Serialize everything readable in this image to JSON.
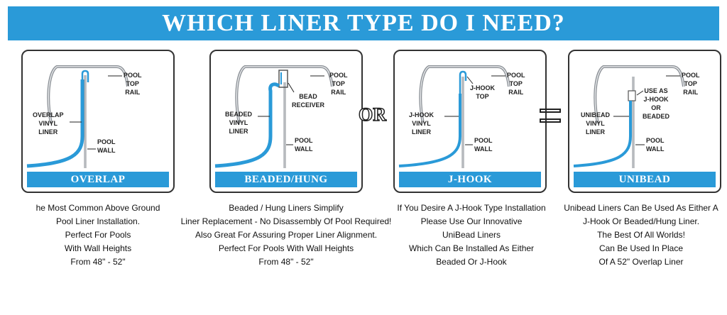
{
  "header": {
    "title": "WHICH LINER TYPE DO I NEED?"
  },
  "operators": {
    "or": "OR",
    "equals": "="
  },
  "panels": [
    {
      "name": "OVERLAP",
      "labels": {
        "rail": [
          "POOL",
          "TOP",
          "RAIL"
        ],
        "liner": [
          "OVERLAP",
          "VINYL",
          "LINER"
        ],
        "wall": [
          "POOL",
          "WALL"
        ]
      },
      "description": [
        "he Most Common Above Ground",
        "Pool Liner Installation.",
        "Perfect For Pools",
        "With Wall Heights",
        "From 48\" - 52\""
      ]
    },
    {
      "name": "BEADED/HUNG",
      "labels": {
        "rail": [
          "POOL",
          "TOP",
          "RAIL"
        ],
        "receiver": [
          "BEAD",
          "RECEIVER"
        ],
        "liner": [
          "BEADED",
          "VINYL",
          "LINER"
        ],
        "wall": [
          "POOL",
          "WALL"
        ]
      },
      "description": [
        "Beaded / Hung Liners Simplify",
        "Liner Replacement - No Disassembly Of Pool Required!",
        "Also Great For Assuring Proper Liner Alignment.",
        "Perfect For Pools With Wall Heights",
        "From 48\" - 52\""
      ]
    },
    {
      "name": "J-HOOK",
      "labels": {
        "rail": [
          "POOL",
          "TOP",
          "RAIL"
        ],
        "top": [
          "J-HOOK",
          "TOP"
        ],
        "liner": [
          "J-HOOK",
          "VINYL",
          "LINER"
        ],
        "wall": [
          "POOL",
          "WALL"
        ]
      },
      "description": [
        "If You Desire A J-Hook Type Installation",
        "Please Use Our Innovative",
        "UniBead Liners",
        "Which Can Be Installed As Either",
        "Beaded Or J-Hook"
      ]
    },
    {
      "name": "UNIBEAD",
      "labels": {
        "rail": [
          "POOL",
          "TOP",
          "RAIL"
        ],
        "use": [
          "USE AS",
          "J-HOOK",
          "OR",
          "BEADED"
        ],
        "liner": [
          "UNIBEAD",
          "VINYL",
          "LINER"
        ],
        "wall": [
          "POOL",
          "WALL"
        ]
      },
      "description": [
        "Unibead Liners Can Be Used As Either A",
        "J-Hook Or Beaded/Hung Liner.",
        "The Best Of All Worlds!",
        "Can Be Used In Place",
        "Of A 52\" Overlap Liner"
      ]
    }
  ],
  "colors": {
    "accent": "#2a9ad8",
    "liner": "#2a9ad8",
    "metal": "#8a8f95"
  }
}
